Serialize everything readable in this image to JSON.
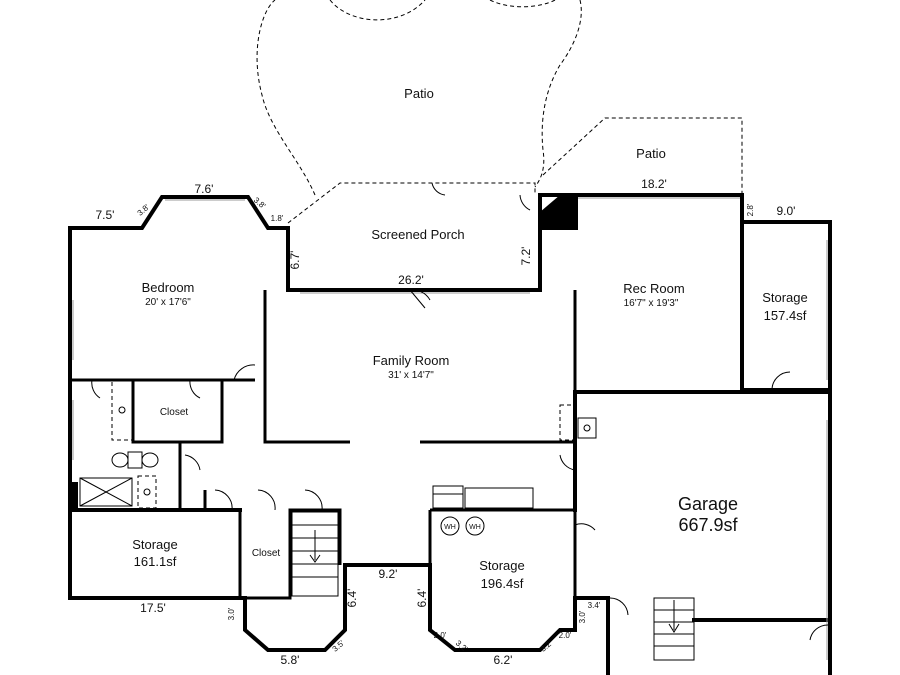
{
  "rooms": {
    "patio_top": {
      "name": "Patio"
    },
    "patio_right": {
      "name": "Patio"
    },
    "screened_porch": {
      "name": "Screened Porch"
    },
    "bedroom": {
      "name": "Bedroom",
      "dims": "20' x 17'6\""
    },
    "rec_room": {
      "name": "Rec Room",
      "dims": "16'7\" x 19'3\""
    },
    "family_room": {
      "name": "Family Room",
      "dims": "31' x 14'7\""
    },
    "storage_right": {
      "name": "Storage",
      "area": "157.4sf"
    },
    "closet_upper": {
      "name": "Closet"
    },
    "closet_lower": {
      "name": "Closet"
    },
    "storage_left": {
      "name": "Storage",
      "area": "161.1sf"
    },
    "storage_center": {
      "name": "Storage",
      "area": "196.4sf"
    },
    "garage": {
      "name": "Garage",
      "area": "667.9sf"
    }
  },
  "fixtures": {
    "water_heater_label": "WH"
  },
  "dimensions": {
    "bedroom_top_left": "7.5'",
    "bedroom_angle_left": "3.8'",
    "bedroom_bay_top": "7.6'",
    "bedroom_angle_right": "3.8'",
    "bedroom_corner_small": "1.8'",
    "porch_left": "6.7'",
    "porch_bottom": "26.2'",
    "porch_right": "7.2'",
    "rec_top": "18.2'",
    "rec_corner": "2.8'",
    "storage_top": "9.0'",
    "storage_left_bottom": "17.5'",
    "stair_left": "3.0'",
    "stair_bay_bottom": "5.8'",
    "stair_bay_angle": "3.5'",
    "stair_right": "6.4'",
    "hall_bottom": "9.2'",
    "storage_center_left": "6.4'",
    "storage_center_left_small": "2.0'",
    "storage_center_angle_left": "3.2'",
    "storage_center_bottom": "6.2'",
    "storage_center_angle_right": "3.2'",
    "storage_center_right_small": "2.0'",
    "garage_left_small": "3.0'",
    "garage_corner_small": "3.4'"
  }
}
